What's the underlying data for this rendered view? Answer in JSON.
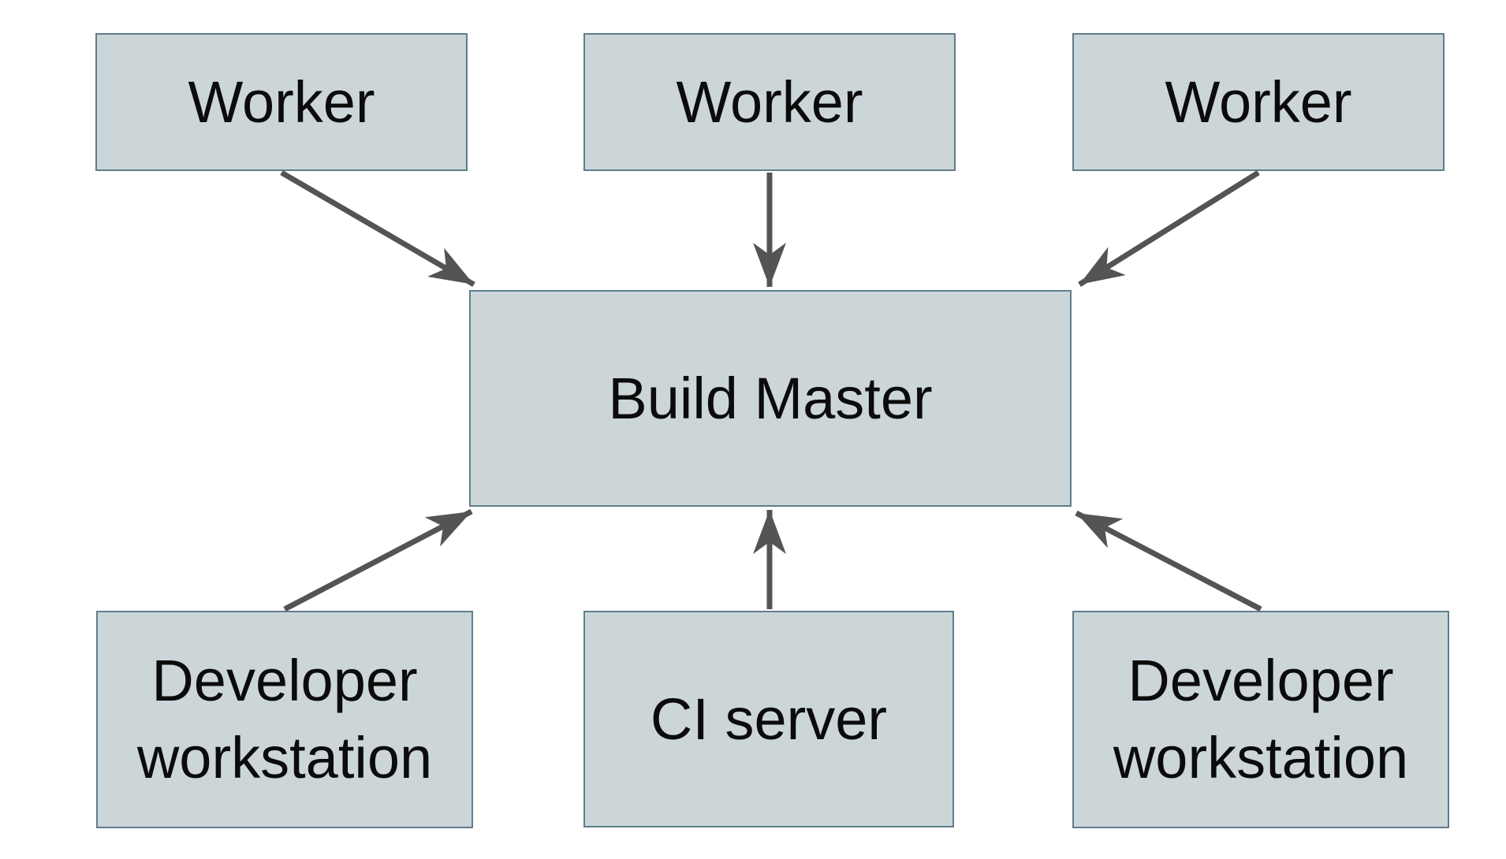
{
  "diagram": {
    "nodes": {
      "worker1": {
        "label": "Worker"
      },
      "worker2": {
        "label": "Worker"
      },
      "worker3": {
        "label": "Worker"
      },
      "build_master": {
        "label": "Build Master"
      },
      "dev_left": {
        "label": "Developer workstation"
      },
      "ci_server": {
        "label": "CI server"
      },
      "dev_right": {
        "label": "Developer workstation"
      }
    },
    "edges": [
      {
        "from": "worker1",
        "to": "build_master"
      },
      {
        "from": "worker2",
        "to": "build_master"
      },
      {
        "from": "worker3",
        "to": "build_master"
      },
      {
        "from": "dev_left",
        "to": "build_master"
      },
      {
        "from": "ci_server",
        "to": "build_master"
      },
      {
        "from": "dev_right",
        "to": "build_master"
      }
    ],
    "colors": {
      "node_fill": "#ccd6d9",
      "node_border": "#5f7d8c",
      "arrow": "#545454",
      "text": "#0b0b0b",
      "background": "#ffffff"
    }
  }
}
